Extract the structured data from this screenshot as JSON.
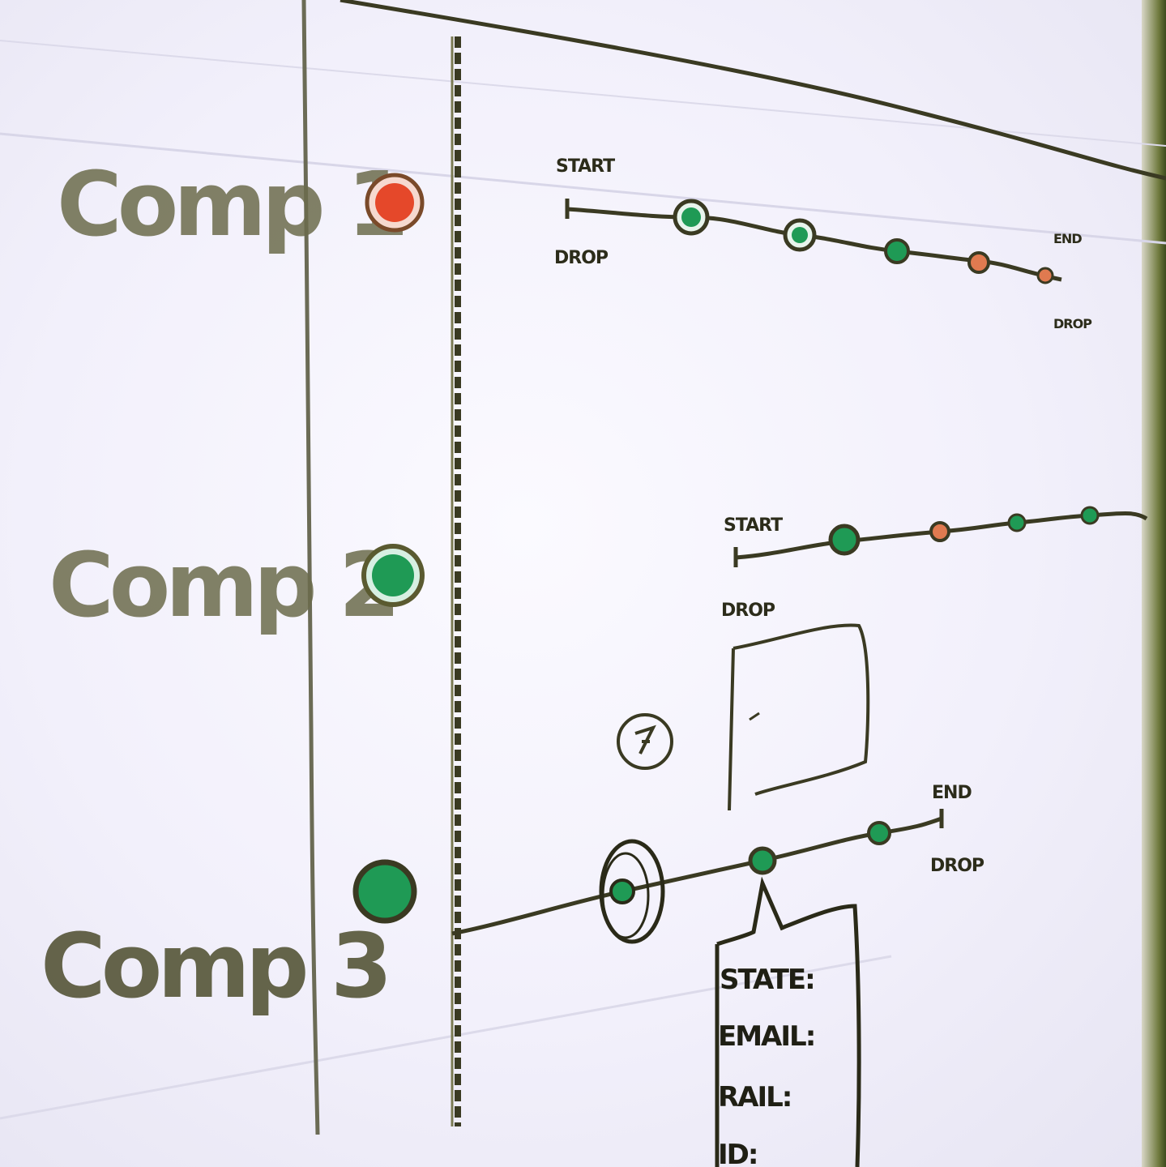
{
  "components": [
    {
      "label": "Comp 1",
      "status": "red"
    },
    {
      "label": "Comp 2",
      "status": "green"
    },
    {
      "label": "Comp 3",
      "status": "green"
    }
  ],
  "timeline_labels": {
    "start": "START",
    "drop": "DROP",
    "end": "END"
  },
  "details_card": {
    "fields": [
      "STATE:",
      "EMAIL:",
      "RAIL:",
      "ID:"
    ]
  },
  "colors": {
    "ink": "#3a3a22",
    "green": "#1f9a55",
    "red": "#e5482a",
    "board": "#f4f2fb"
  }
}
